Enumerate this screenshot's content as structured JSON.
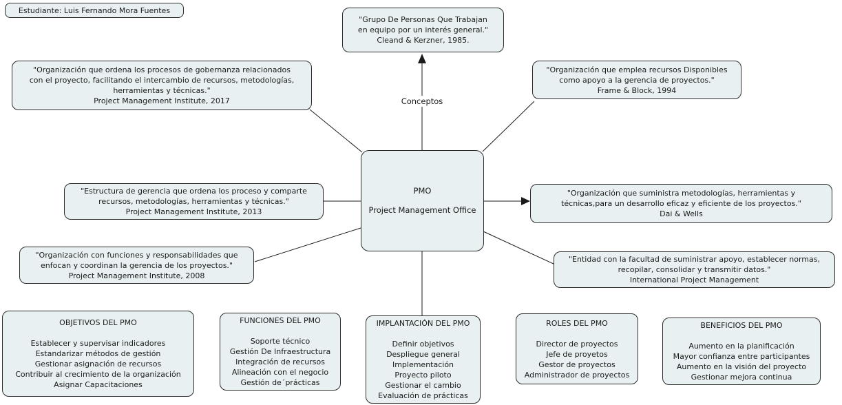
{
  "meta": {
    "student": "Estudiante: Luis Fernando Mora Fuentes",
    "connector_label": "Conceptos"
  },
  "colors": {
    "box_fill": "#e8f0f2",
    "box_border": "#2b2b2b",
    "line": "#1a1a1a",
    "text": "#1a1a1a"
  },
  "center_node": {
    "acronym": "PMO",
    "title": "Project Management Office"
  },
  "concept_boxes": {
    "cleand": {
      "lines": [
        "\"Grupo De Personas Que Trabajan",
        "en equipo por un interés general.\"",
        "Cleand & Kerzner, 1985."
      ]
    },
    "pmi2017": {
      "lines": [
        "\"Organización que ordena los procesos de gobernanza relacionados",
        "con el proyecto, facilitando el intercambio de recursos, metodologías,",
        "herramientas y técnicas.\"",
        "Project Management Institute, 2017"
      ]
    },
    "frame": {
      "lines": [
        "\"Organización que emplea recursos Disponibles",
        "como apoyo a la gerencia de proyectos.\"",
        "Frame & Block, 1994"
      ]
    },
    "pmi2013": {
      "lines": [
        "\"Estructura de gerencia que ordena los proceso y comparte",
        "recursos, metodologías, herramientas y técnicas.\"",
        "Project Management Institute, 2013"
      ]
    },
    "dai": {
      "lines": [
        "\"Organización que suministra metodologías, herramientas y",
        "técnicas,para un desarrollo eficaz y eficiente de los proyectos.\"",
        "Dai & Wells"
      ]
    },
    "pmi2008": {
      "lines": [
        "\"Organización con funciones y responsabilidades que",
        "enfocan y coordinan la gerencia de los proyectos.\"",
        "Project Management Institute, 2008"
      ]
    },
    "ipm": {
      "lines": [
        "\"Entidad con la facultad de suministrar apoyo, establecer normas,",
        "recopilar, consolidar y transmitir datos.\"",
        "International Project Management"
      ]
    }
  },
  "category_boxes": {
    "objetivos": {
      "title": "OBJETIVOS DEL PMO",
      "items": [
        "Establecer y supervisar indicadores",
        "Estandarizar métodos de gestión",
        "Gestionar asignación de recursos",
        "Contribuir al crecimiento de la organización",
        "Asignar Capacitaciones"
      ]
    },
    "funciones": {
      "title": "FUNCIONES DEL PMO",
      "items": [
        "Soporte técnico",
        "Gestión De Infraestructura",
        "Integración de recursos",
        "Alineación con el negocio",
        "Gestión de´prácticas"
      ]
    },
    "implantacion": {
      "title": "IMPLANTACIÓN DEL PMO",
      "items": [
        "Definir objetivos",
        "Despliegue general",
        "Implementación",
        "Proyecto piloto",
        "Gestionar el cambio",
        "Evaluación de prácticas"
      ]
    },
    "roles": {
      "title": "ROLES DEL PMO",
      "items": [
        "Director de proyectos",
        "Jefe de proyetos",
        "Gestor de proyectos",
        "Administrador de proyectos"
      ]
    },
    "beneficios": {
      "title": "BENEFICIOS DEL PMO",
      "items": [
        "Aumento en la planificación",
        "Mayor confianza entre participantes",
        "Aumento en la visión del proyecto",
        "Gestionar mejora continua"
      ]
    }
  }
}
